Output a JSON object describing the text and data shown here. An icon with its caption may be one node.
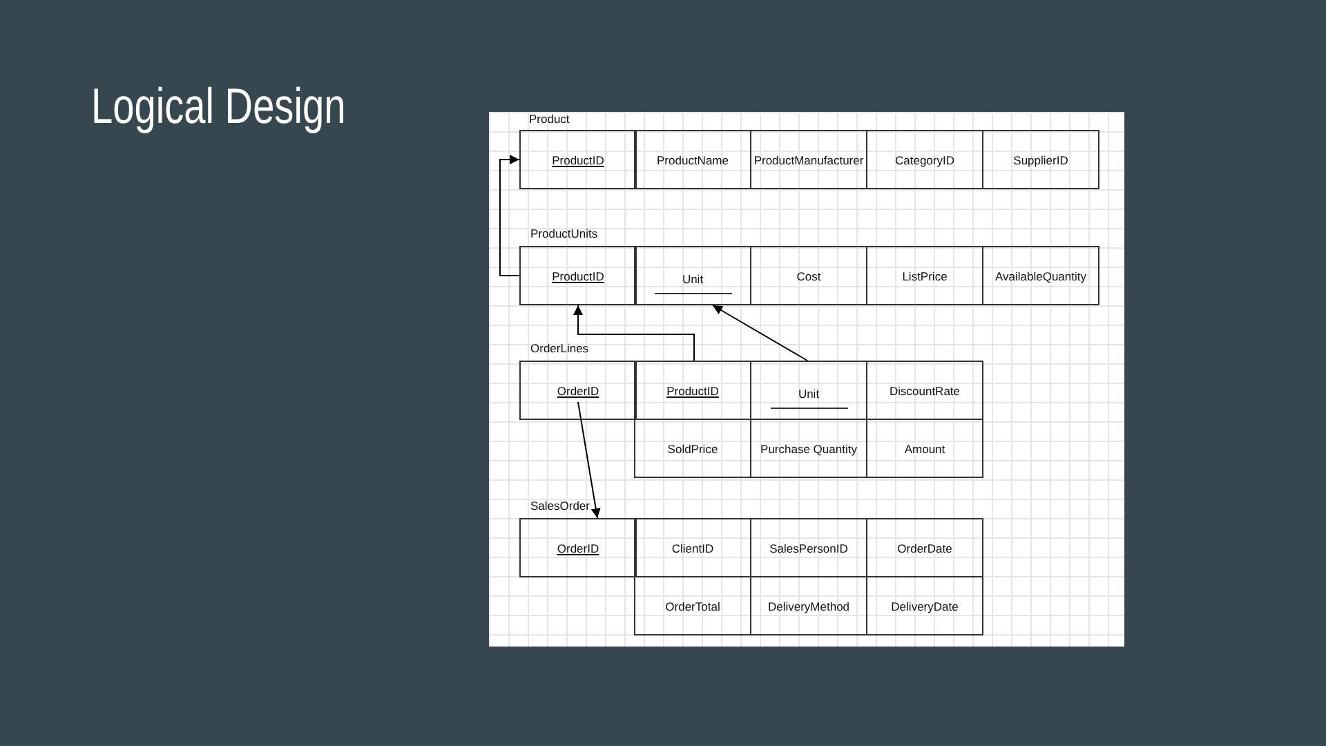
{
  "diagram": {
    "title": "Logical Design",
    "nodes": [
      {
        "text": [
          "ProductID"
        ]
      },
      {
        "text": [
          "ProductName"
        ]
      },
      {
        "text": [
          "ProductManufacturer"
        ]
      },
      {
        "text": [
          "CategoryID"
        ]
      },
      {
        "text": [
          "SupplierID"
        ]
      },
      {
        "text": [
          "ProductID"
        ]
      },
      {
        "text": [
          "Unit"
        ]
      },
      {
        "text": [
          "Cost"
        ]
      },
      {
        "text": [
          "ListPrice"
        ]
      },
      {
        "text": [
          "AvailableQuantity"
        ]
      },
      {
        "text": [
          "OrderID"
        ]
      },
      {
        "text": [
          "ProductID"
        ]
      },
      {
        "text": [
          "Unit"
        ]
      },
      {
        "text": [
          "DiscountRate"
        ]
      },
      {
        "text": [
          "SoldPrice"
        ]
      },
      {
        "text": [
          "Purchase Quantity"
        ]
      },
      {
        "text": [
          "Amount"
        ]
      },
      {
        "text": [
          "OrderID"
        ]
      },
      {
        "text": [
          "ClientID"
        ]
      },
      {
        "text": [
          "SalesPersonID"
        ]
      },
      {
        "text": [
          "OrderDate"
        ]
      },
      {
        "text": [
          "OrderTotal"
        ]
      },
      {
        "text": [
          "DeliveryMethod"
        ]
      },
      {
        "text": [
          "DeliveryDate"
        ]
      }
    ],
    "edges": [
      {
        "from": 5,
        "to": 0,
        "arrow": "to"
      },
      {
        "from": 11,
        "to": 5,
        "arrow": "to"
      },
      {
        "from": 12,
        "to": 6,
        "arrow": "to"
      },
      {
        "from": 10,
        "to": 17,
        "arrow": "to"
      }
    ],
    "labels": [
      "Product",
      "ProductUnits",
      "OrderLines",
      "SalesOrder"
    ]
  }
}
